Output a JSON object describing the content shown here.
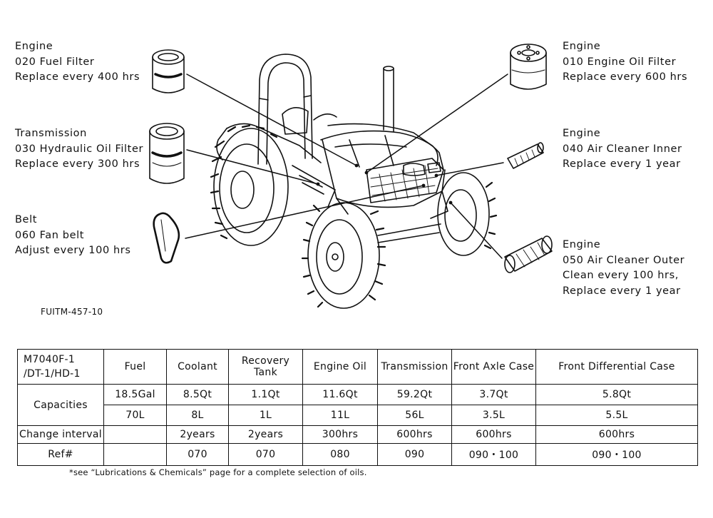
{
  "labels": {
    "fuel_filter": [
      "Engine",
      "020 Fuel Filter",
      "Replace every 400 hrs"
    ],
    "hydraulic_filter": [
      "Transmission",
      "030 Hydraulic Oil Filter",
      "Replace every 300 hrs"
    ],
    "fan_belt": [
      "Belt",
      "060 Fan belt",
      "Adjust every 100 hrs"
    ],
    "oil_filter": [
      "Engine",
      "010 Engine Oil Filter",
      "Replace every 600 hrs"
    ],
    "air_inner": [
      "Engine",
      "040 Air Cleaner Inner",
      "Replace every 1 year"
    ],
    "air_outer": [
      "Engine",
      "050 Air Cleaner Outer",
      "Clean every 100 hrs,",
      "Replace every 1 year"
    ]
  },
  "figure_code": "FUITM-457-10",
  "table": {
    "model": [
      "M7040F-1",
      "/DT-1/HD-1"
    ],
    "headers": [
      "Fuel",
      "Coolant",
      "Recovery Tank",
      "Engine Oil",
      "Transmission",
      "Front Axle Case",
      "Front Differential Case"
    ],
    "row_labels": {
      "capacities": "Capacities",
      "interval": "Change interval",
      "ref": "Ref#"
    },
    "cap_us": [
      "18.5Gal",
      "8.5Qt",
      "1.1Qt",
      "11.6Qt",
      "59.2Qt",
      "3.7Qt",
      "5.8Qt"
    ],
    "cap_metric": [
      "70L",
      "8L",
      "1L",
      "11L",
      "56L",
      "3.5L",
      "5.5L"
    ],
    "interval": [
      "",
      "2years",
      "2years",
      "300hrs",
      "600hrs",
      "600hrs",
      "600hrs"
    ],
    "ref": [
      "",
      "070",
      "070",
      "080",
      "090",
      "090・100",
      "090・100"
    ]
  },
  "footnote": "*see “Lubrications & Chemicals” page for a complete selection of oils."
}
